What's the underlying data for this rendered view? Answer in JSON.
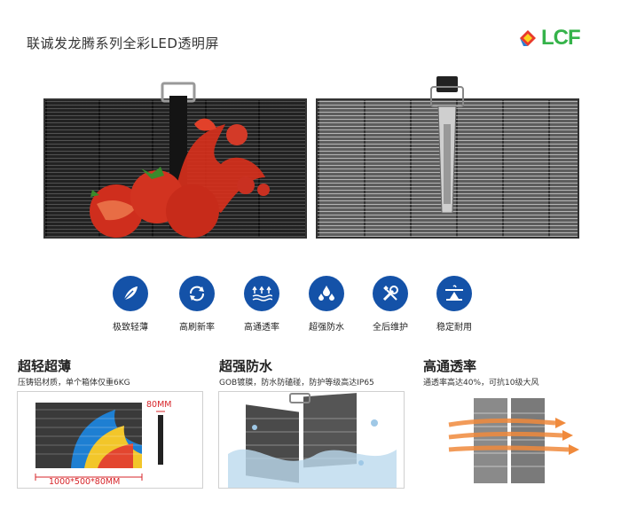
{
  "header": {
    "title": "联诚发龙腾系列全彩LED透明屏",
    "logo_text": "LCF"
  },
  "features": [
    {
      "icon": "feather-icon",
      "label": "极致轻薄"
    },
    {
      "icon": "refresh-icon",
      "label": "高刷新率"
    },
    {
      "icon": "light-arrows-icon",
      "label": "高通透率"
    },
    {
      "icon": "water-drops-icon",
      "label": "超强防水"
    },
    {
      "icon": "tools-icon",
      "label": "全后维护"
    },
    {
      "icon": "balance-icon",
      "label": "稳定耐用"
    }
  ],
  "sections": [
    {
      "title": "超轻超薄",
      "desc": "压铸铝材质，单个箱体仅重6KG"
    },
    {
      "title": "超强防水",
      "desc": "GOB镀膜，防水防磕碰，防护等级高达IP65"
    },
    {
      "title": "高通透率",
      "desc": "通透率高达40%，可抗10级大风"
    }
  ],
  "dimensions": {
    "depth": "80MM",
    "size": "1000*500*80MM"
  },
  "colors": {
    "accent": "#1452a8",
    "dimension_red": "#d7252a",
    "logo_green": "#35b34a"
  }
}
